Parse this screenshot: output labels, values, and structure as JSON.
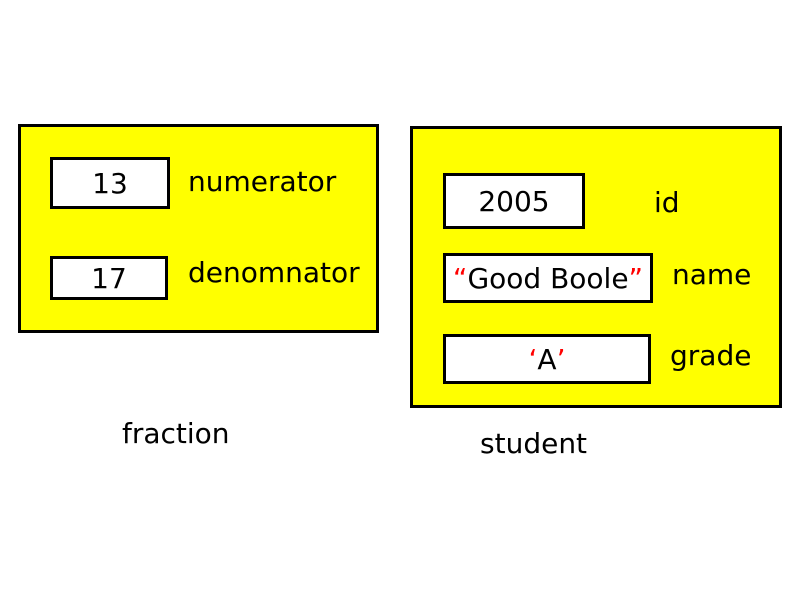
{
  "fraction": {
    "label": "fraction",
    "fields": [
      {
        "value": "13",
        "name": "numerator"
      },
      {
        "value": "17",
        "name": "denomnator"
      }
    ]
  },
  "student": {
    "label": "student",
    "id": {
      "value": "2005",
      "name": "id"
    },
    "name_field": {
      "open_quote": "“",
      "value": "Good Boole",
      "close_quote": "”",
      "name": "name"
    },
    "grade": {
      "open_quote": "‘",
      "value": "A",
      "close_quote": "’",
      "name": "grade"
    }
  },
  "colors": {
    "struct_fill": "#ffff00",
    "quote_color": "#ff0000",
    "border": "#000000"
  }
}
